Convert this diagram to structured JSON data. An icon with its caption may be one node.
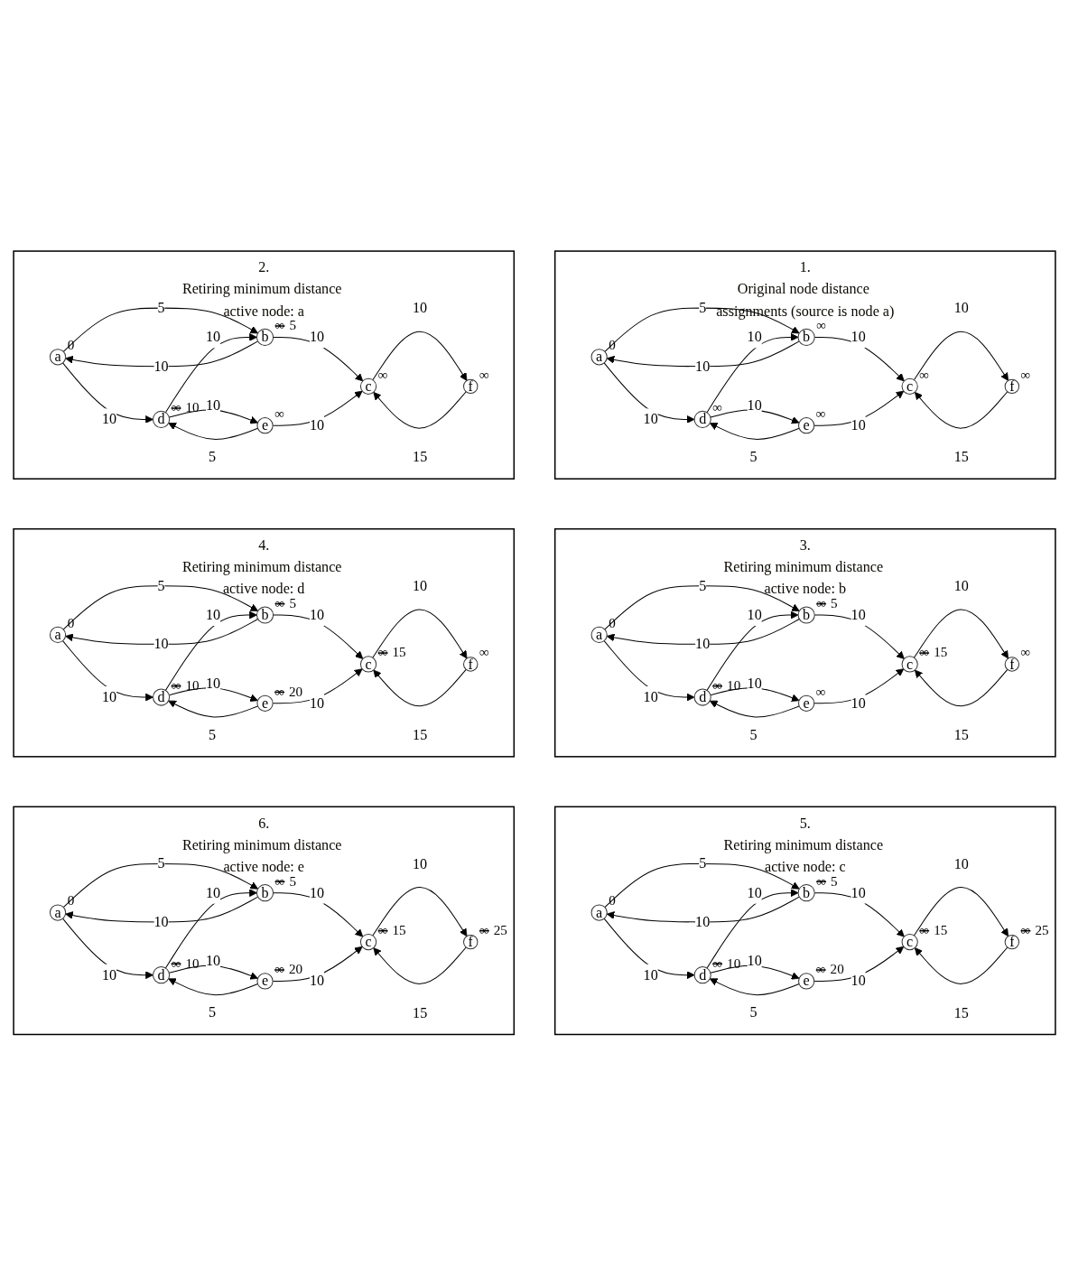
{
  "diagram": {
    "nodes": [
      {
        "text": [
          "1.",
          "Original node distance assignments (source is node a)"
        ]
      },
      {
        "text": [
          "a"
        ],
        "in": 0,
        "beside": [
          "0"
        ]
      },
      {
        "text": [
          "b"
        ],
        "in": 0,
        "beside": [
          "∞"
        ]
      },
      {
        "text": [
          "c"
        ],
        "in": 0,
        "beside": [
          "∞"
        ]
      },
      {
        "text": [
          "d"
        ],
        "in": 0,
        "beside": [
          "∞"
        ]
      },
      {
        "text": [
          "e"
        ],
        "in": 0,
        "beside": [
          "∞"
        ]
      },
      {
        "text": [
          "f"
        ],
        "in": 0,
        "beside": [
          "∞"
        ]
      },
      {
        "text": [
          "2.",
          "Retiring minimum distance active node: a"
        ]
      },
      {
        "text": [
          "a"
        ],
        "in": 7,
        "beside": [
          "0"
        ]
      },
      {
        "text": [
          "b"
        ],
        "in": 7,
        "beside": [
          "∞",
          "5"
        ]
      },
      {
        "text": [
          "c"
        ],
        "in": 7,
        "beside": [
          "∞"
        ]
      },
      {
        "text": [
          "d"
        ],
        "in": 7,
        "beside": [
          "∞",
          "10"
        ]
      },
      {
        "text": [
          "e"
        ],
        "in": 7,
        "beside": [
          "∞"
        ]
      },
      {
        "text": [
          "f"
        ],
        "in": 7,
        "beside": [
          "∞"
        ]
      },
      {
        "text": [
          "3.",
          "Retiring minimum distance active node: b"
        ]
      },
      {
        "text": [
          "a"
        ],
        "in": 14,
        "beside": [
          "0"
        ]
      },
      {
        "text": [
          "b"
        ],
        "in": 14,
        "beside": [
          "∞",
          "5"
        ]
      },
      {
        "text": [
          "c"
        ],
        "in": 14,
        "beside": [
          "∞",
          "15"
        ]
      },
      {
        "text": [
          "d"
        ],
        "in": 14,
        "beside": [
          "∞",
          "10"
        ]
      },
      {
        "text": [
          "e"
        ],
        "in": 14,
        "beside": [
          "∞"
        ]
      },
      {
        "text": [
          "f"
        ],
        "in": 14,
        "beside": [
          "∞"
        ]
      },
      {
        "text": [
          "4.",
          "Retiring minimum distance active node: d"
        ]
      },
      {
        "text": [
          "a"
        ],
        "in": 21,
        "beside": [
          "0"
        ]
      },
      {
        "text": [
          "b"
        ],
        "in": 21,
        "beside": [
          "∞",
          "5"
        ]
      },
      {
        "text": [
          "c"
        ],
        "in": 21,
        "beside": [
          "∞",
          "15"
        ]
      },
      {
        "text": [
          "d"
        ],
        "in": 21,
        "beside": [
          "∞",
          "10"
        ]
      },
      {
        "text": [
          "e"
        ],
        "in": 21,
        "beside": [
          "∞",
          "20"
        ]
      },
      {
        "text": [
          "f"
        ],
        "in": 21,
        "beside": [
          "∞"
        ]
      },
      {
        "text": [
          "5.",
          "Retiring minimum distance active node: c"
        ]
      },
      {
        "text": [
          "a"
        ],
        "in": 28,
        "beside": [
          "0"
        ]
      },
      {
        "text": [
          "b"
        ],
        "in": 28,
        "beside": [
          "∞",
          "5"
        ]
      },
      {
        "text": [
          "c"
        ],
        "in": 28,
        "beside": [
          "∞",
          "15"
        ]
      },
      {
        "text": [
          "d"
        ],
        "in": 28,
        "beside": [
          "∞",
          "10"
        ]
      },
      {
        "text": [
          "e"
        ],
        "in": 28,
        "beside": [
          "∞",
          "20"
        ]
      },
      {
        "text": [
          "f"
        ],
        "in": 28,
        "beside": [
          "∞",
          "25"
        ]
      },
      {
        "text": [
          "6.",
          "Retiring minimum distance active node: e"
        ]
      },
      {
        "text": [
          "a"
        ],
        "in": 35,
        "beside": [
          "0"
        ]
      },
      {
        "text": [
          "b"
        ],
        "in": 35,
        "beside": [
          "∞",
          "5"
        ]
      },
      {
        "text": [
          "c"
        ],
        "in": 35,
        "beside": [
          "∞",
          "15"
        ]
      },
      {
        "text": [
          "d"
        ],
        "in": 35,
        "beside": [
          "∞",
          "10"
        ]
      },
      {
        "text": [
          "e"
        ],
        "in": 35,
        "beside": [
          "∞",
          "20"
        ]
      },
      {
        "text": [
          "f"
        ],
        "in": 35,
        "beside": [
          "∞",
          "25"
        ]
      }
    ],
    "edges": [
      {
        "from": 1,
        "to": 2,
        "arrow": "to",
        "label": "5"
      },
      {
        "from": 2,
        "to": 1,
        "arrow": "to",
        "label": "10"
      },
      {
        "from": 1,
        "to": 4,
        "arrow": "to",
        "label": "10"
      },
      {
        "from": 4,
        "to": 2,
        "arrow": "to",
        "label": "10"
      },
      {
        "from": 2,
        "to": 3,
        "arrow": "to",
        "label": "10"
      },
      {
        "from": 3,
        "to": 6,
        "arrow": "to",
        "label": "10"
      },
      {
        "from": 6,
        "to": 3,
        "arrow": "to",
        "label": "15"
      },
      {
        "from": 4,
        "to": 5,
        "arrow": "to",
        "label": "10"
      },
      {
        "from": 5,
        "to": 4,
        "arrow": "to",
        "label": "5"
      },
      {
        "from": 5,
        "to": 3,
        "arrow": "to",
        "label": "10"
      },
      {
        "from": 8,
        "to": 9,
        "arrow": "to",
        "label": "5"
      },
      {
        "from": 9,
        "to": 8,
        "arrow": "to",
        "label": "10"
      },
      {
        "from": 8,
        "to": 11,
        "arrow": "to",
        "label": "10"
      },
      {
        "from": 11,
        "to": 9,
        "arrow": "to",
        "label": "10"
      },
      {
        "from": 9,
        "to": 10,
        "arrow": "to",
        "label": "10"
      },
      {
        "from": 10,
        "to": 13,
        "arrow": "to",
        "label": "10"
      },
      {
        "from": 13,
        "to": 10,
        "arrow": "to",
        "label": "15"
      },
      {
        "from": 11,
        "to": 12,
        "arrow": "to",
        "label": "10"
      },
      {
        "from": 12,
        "to": 11,
        "arrow": "to",
        "label": "5"
      },
      {
        "from": 12,
        "to": 10,
        "arrow": "to",
        "label": "10"
      },
      {
        "from": 15,
        "to": 16,
        "arrow": "to",
        "label": "5"
      },
      {
        "from": 16,
        "to": 15,
        "arrow": "to",
        "label": "10"
      },
      {
        "from": 15,
        "to": 18,
        "arrow": "to",
        "label": "10"
      },
      {
        "from": 18,
        "to": 16,
        "arrow": "to",
        "label": "10"
      },
      {
        "from": 16,
        "to": 17,
        "arrow": "to",
        "label": "10"
      },
      {
        "from": 17,
        "to": 20,
        "arrow": "to",
        "label": "10"
      },
      {
        "from": 20,
        "to": 17,
        "arrow": "to",
        "label": "15"
      },
      {
        "from": 18,
        "to": 19,
        "arrow": "to",
        "label": "10"
      },
      {
        "from": 19,
        "to": 18,
        "arrow": "to",
        "label": "5"
      },
      {
        "from": 19,
        "to": 17,
        "arrow": "to",
        "label": "10"
      },
      {
        "from": 22,
        "to": 23,
        "arrow": "to",
        "label": "5"
      },
      {
        "from": 23,
        "to": 22,
        "arrow": "to",
        "label": "10"
      },
      {
        "from": 22,
        "to": 25,
        "arrow": "to",
        "label": "10"
      },
      {
        "from": 25,
        "to": 23,
        "arrow": "to",
        "label": "10"
      },
      {
        "from": 23,
        "to": 24,
        "arrow": "to",
        "label": "10"
      },
      {
        "from": 24,
        "to": 27,
        "arrow": "to",
        "label": "10"
      },
      {
        "from": 27,
        "to": 24,
        "arrow": "to",
        "label": "15"
      },
      {
        "from": 25,
        "to": 26,
        "arrow": "to",
        "label": "10"
      },
      {
        "from": 26,
        "to": 25,
        "arrow": "to",
        "label": "5"
      },
      {
        "from": 26,
        "to": 24,
        "arrow": "to",
        "label": "10"
      },
      {
        "from": 29,
        "to": 30,
        "arrow": "to",
        "label": "5"
      },
      {
        "from": 30,
        "to": 29,
        "arrow": "to",
        "label": "10"
      },
      {
        "from": 29,
        "to": 32,
        "arrow": "to",
        "label": "10"
      },
      {
        "from": 32,
        "to": 30,
        "arrow": "to",
        "label": "10"
      },
      {
        "from": 30,
        "to": 31,
        "arrow": "to",
        "label": "10"
      },
      {
        "from": 31,
        "to": 34,
        "arrow": "to",
        "label": "10"
      },
      {
        "from": 34,
        "to": 31,
        "arrow": "to",
        "label": "15"
      },
      {
        "from": 32,
        "to": 33,
        "arrow": "to",
        "label": "10"
      },
      {
        "from": 33,
        "to": 32,
        "arrow": "to",
        "label": "5"
      },
      {
        "from": 33,
        "to": 31,
        "arrow": "to",
        "label": "10"
      },
      {
        "from": 36,
        "to": 37,
        "arrow": "to",
        "label": "5"
      },
      {
        "from": 37,
        "to": 36,
        "arrow": "to",
        "label": "10"
      },
      {
        "from": 36,
        "to": 39,
        "arrow": "to",
        "label": "10"
      },
      {
        "from": 39,
        "to": 37,
        "arrow": "to",
        "label": "10"
      },
      {
        "from": 37,
        "to": 38,
        "arrow": "to",
        "label": "10"
      },
      {
        "from": 38,
        "to": 41,
        "arrow": "to",
        "label": "10"
      },
      {
        "from": 41,
        "to": 38,
        "arrow": "to",
        "label": "15"
      },
      {
        "from": 39,
        "to": 40,
        "arrow": "to",
        "label": "10"
      },
      {
        "from": 40,
        "to": 39,
        "arrow": "to",
        "label": "5"
      },
      {
        "from": 40,
        "to": 38,
        "arrow": "to",
        "label": "10"
      }
    ]
  }
}
